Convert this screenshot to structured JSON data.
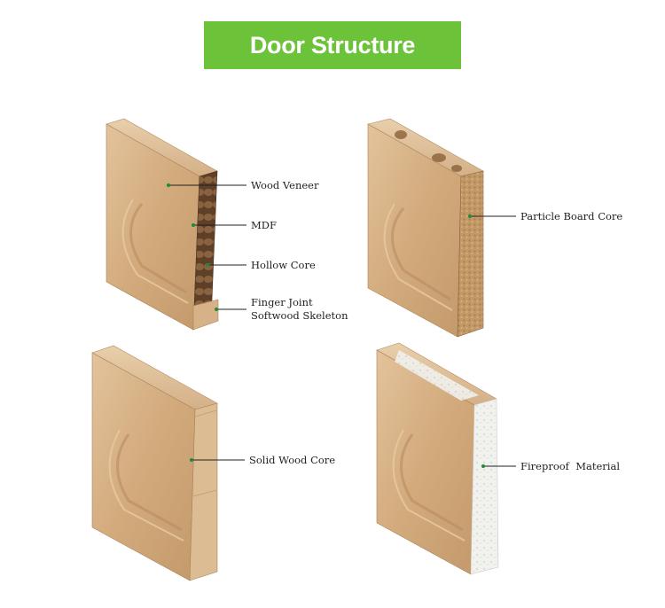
{
  "title": "Door Structure",
  "colors": {
    "banner": "#6cc33a",
    "veneer": "#d9b48a",
    "veneer_dark": "#b88c60",
    "mdf": "#6b4a30",
    "particle": "#c49a66",
    "solid": "#d8b78c",
    "fireproof": "#f2f2ef",
    "leader": "#222222"
  },
  "doors": [
    {
      "id": "hollow",
      "labels": [
        "Wood Veneer",
        "MDF",
        "Hollow Core",
        "Finger Joint",
        "Softwood Skeleton"
      ]
    },
    {
      "id": "particle",
      "labels": [
        "Particle Board Core"
      ]
    },
    {
      "id": "solid",
      "labels": [
        "Solid Wood Core"
      ]
    },
    {
      "id": "fireproof",
      "labels": [
        "Fireproof  Material"
      ]
    }
  ]
}
